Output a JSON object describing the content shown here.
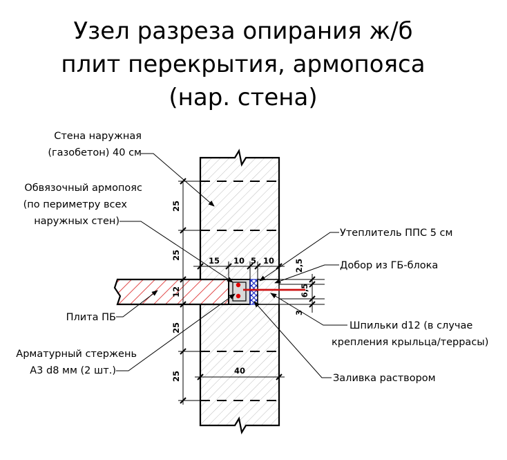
{
  "title": {
    "line1": "Узел разреза опирания ж/б",
    "line2": "плит перекрытия, армопояса",
    "line3": "(нар. стена)"
  },
  "labels": {
    "wall_line1": "Стена наружная",
    "wall_line2": "(газобетон) 40 см",
    "belt_line1": "Обвязочный армопояс",
    "belt_line2": "(по периметру всех",
    "belt_line3": "наружных стен)",
    "slab": "Плита ПБ",
    "rebar_line1": "Арматурный стержень",
    "rebar_line2": "А3 d8 мм (2 шт.)",
    "insulation": "Утеплитель ППС 5 см",
    "block_add": "Добор из ГБ-блока",
    "studs_line1": "Шпильки d12 (в случае",
    "studs_line2": "крепления крыльца/террасы)",
    "mortar": "Заливка раствором"
  },
  "dimensions": {
    "v_25_top": "25",
    "v_25_mid": "25",
    "v_12": "12",
    "v_25_low": "25",
    "v_25_bottom": "25",
    "h_15": "15",
    "h_10a": "10",
    "h_5": "5",
    "h_10b": "10",
    "h_40": "40",
    "r_2_5": "2,5",
    "r_6_5": "6,5",
    "r_3": "3"
  },
  "colors": {
    "line": "#000000",
    "hatch_slab": "#d91818",
    "rebar_dot": "#e00000",
    "stud": "#cc1111",
    "insulation": "#1f2fc4",
    "belt_fill": "#d9d9d9"
  }
}
